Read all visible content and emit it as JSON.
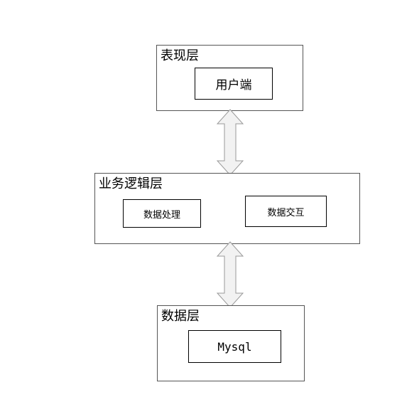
{
  "diagram": {
    "presentation_layer": {
      "title": "表现层",
      "components": [
        "用户端"
      ]
    },
    "business_layer": {
      "title": "业务逻辑层",
      "components": [
        "数据处理",
        "数据交互"
      ]
    },
    "data_layer": {
      "title": "数据层",
      "components": [
        "Mysql"
      ]
    },
    "connectors": [
      {
        "type": "double-arrow",
        "between": [
          "表现层",
          "业务逻辑层"
        ]
      },
      {
        "type": "double-arrow",
        "between": [
          "业务逻辑层",
          "数据层"
        ]
      }
    ],
    "colors": {
      "border": "#555555",
      "box_border": "#000000",
      "arrow_fill": "#f2f2f2",
      "arrow_stroke": "#9a9a9a"
    }
  }
}
